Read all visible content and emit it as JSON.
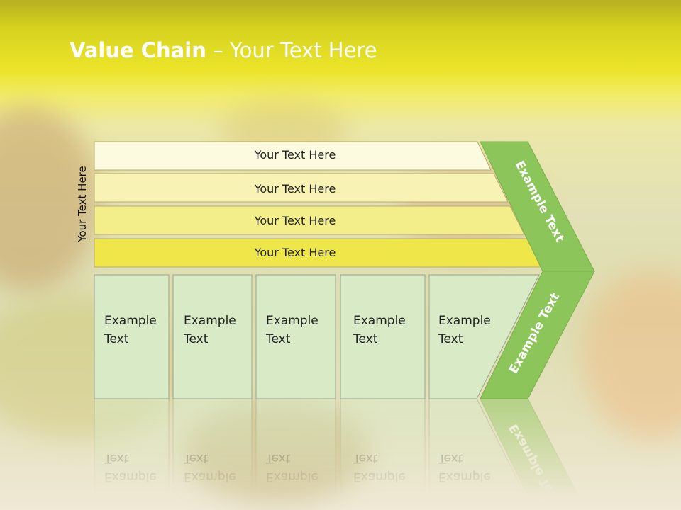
{
  "slide": {
    "title_bold": "Value Chain",
    "title_rest": " – Your Text Here",
    "side_label": "Your Text Here"
  },
  "bars": [
    {
      "label": "Your Text Here",
      "fill": "#fcfadf"
    },
    {
      "label": "Your Text Here",
      "fill": "#f8f3b4"
    },
    {
      "label": "Your Text Here",
      "fill": "#f4ee8a"
    },
    {
      "label": "Your Text Here",
      "fill": "#efe64a"
    }
  ],
  "boxes": [
    {
      "line1": "Example",
      "line2": "Text"
    },
    {
      "line1": "Example",
      "line2": "Text"
    },
    {
      "line1": "Example",
      "line2": "Text"
    },
    {
      "line1": "Example",
      "line2": "Text"
    },
    {
      "line1": "Example",
      "line2": "Text"
    }
  ],
  "chevron": {
    "upper_label": "Example Text",
    "lower_label": "Example Text",
    "fill": "#8cc65a"
  },
  "colors": {
    "box_fill": "#d8eac6",
    "bar_stroke": "#b4ad6a",
    "box_stroke": "#9aa38e"
  }
}
